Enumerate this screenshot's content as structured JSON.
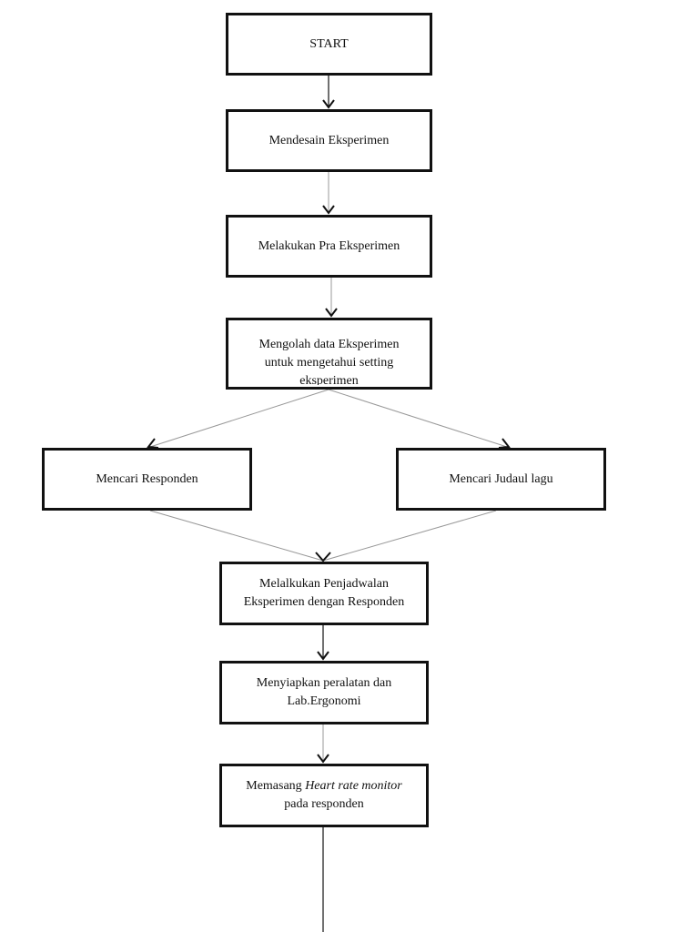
{
  "nodes": {
    "start": "START",
    "design": "Mendesain Eksperimen",
    "pre": "Melakukan Pra Eksperimen",
    "process_line1": "Mengolah data Eksperimen",
    "process_line2": "untuk mengetahui setting",
    "process_line3": "eksperimen",
    "respondents": "Mencari Responden",
    "songs": "Mencari Judaul lagu",
    "schedule_line1": "Melalkukan Penjadwalan",
    "schedule_line2": "Eksperimen dengan Responden",
    "prepare_line1": "Menyiapkan peralatan dan",
    "prepare_line2": "Lab.Ergonomi",
    "hrm_prefix": "Memasang ",
    "hrm_italic": "Heart rate monitor",
    "hrm_line2": "pada responden"
  }
}
